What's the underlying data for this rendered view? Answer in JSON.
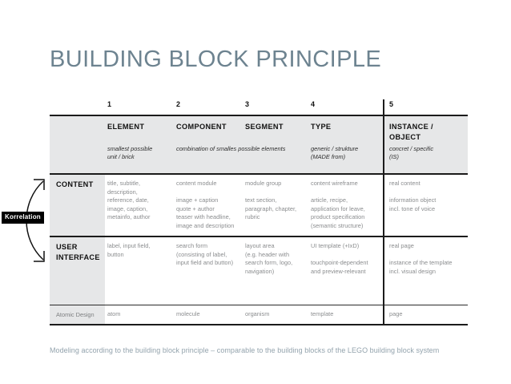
{
  "title": "BUILDING BLOCK PRINCIPLE",
  "footer": "Modeling according to the building block principle – comparable to the building blocks of the LEGO building block system",
  "korrelation": {
    "label": "Korrelation"
  },
  "colors": {
    "title": "#6d8390",
    "band": "#e6e7e8",
    "rule": "#1b1b1b",
    "body_text": "#8b8d8f",
    "footer": "#93a3ad",
    "badge_bg": "#000000",
    "badge_text": "#ffffff"
  },
  "column_numbers": [
    "1",
    "2",
    "3",
    "4",
    "5"
  ],
  "header": {
    "columns": [
      {
        "title": "ELEMENT",
        "subtitle": "smallest possible\nunit / brick"
      },
      {
        "title": "COMPONENT",
        "subtitle": "combination of smalles possible elements"
      },
      {
        "title": "SEGMENT",
        "subtitle": ""
      },
      {
        "title": "TYPE",
        "subtitle": "generic / strukture\n(MADE from)"
      },
      {
        "title": "INSTANCE /\nOBJECT",
        "subtitle": "concret / specific\n(IS)"
      }
    ]
  },
  "rows": [
    {
      "label": "CONTENT",
      "cells": [
        "title, subtitle,\ndescription,\nreference, date,\nimage, caption,\nmetainfo, author",
        "content module\n\nimage + caption\nquote + author\nteaser with headline,\nimage and description",
        "module group\n\ntext section,\nparagraph, chapter,\nrubric",
        "content wireframe\n\narticle, recipe,\napplication for leave,\nproduct specification\n(semantic structure)",
        "real content\n\ninformation object\nincl. tone of voice"
      ]
    },
    {
      "label": "USER\nINTERFACE",
      "cells": [
        "label, input field,\nbutton",
        "search form\n(consisting of label,\ninput field and button)",
        "layout area\n(e.g. header with\nsearch form, logo,\nnavigation)",
        "UI template (+IxD)\n\ntouchpoint-dependent\nand preview-relevant",
        "real page\n\ninstance of the template\nincl. visual design"
      ]
    },
    {
      "label": "Atomic Design",
      "cells": [
        "atom",
        "molecule",
        "organism",
        "template",
        "page"
      ]
    }
  ]
}
